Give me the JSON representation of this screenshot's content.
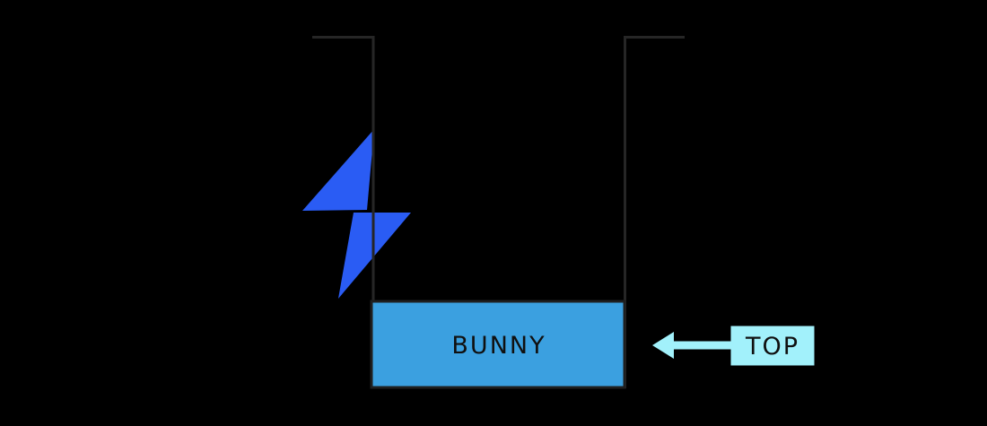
{
  "diagram": {
    "title_hidden": "",
    "container": {
      "description": "open-top U-shaped container outline"
    },
    "liquid": {
      "label": "BUNNY"
    },
    "callout": {
      "label": "TOP"
    },
    "icons": {
      "bolt": "lightning-bolt-icon",
      "arrow": "arrow-left-icon"
    }
  },
  "colors": {
    "background": "#000000",
    "container_line": "#262626",
    "bolt_fill": "#2a5cf4",
    "liquid_fill": "#3ba0e0",
    "liquid_border": "#1f1f1f",
    "callout_fill": "#a2f1fb",
    "label_text": "#101010"
  }
}
